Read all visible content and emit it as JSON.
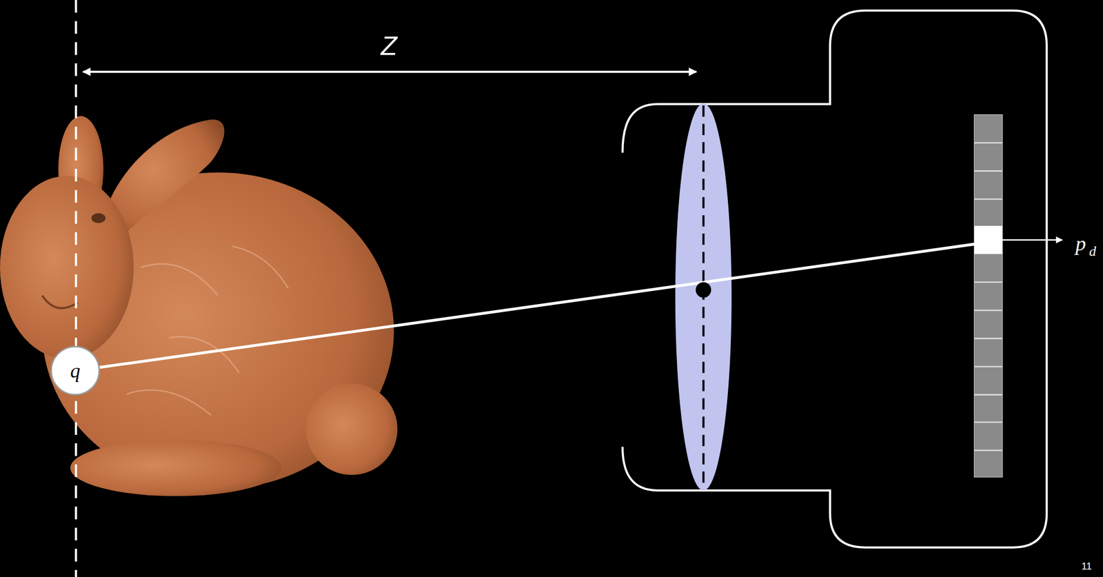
{
  "diagram": {
    "nodes": [
      {
        "text": [
          "q"
        ]
      }
    ],
    "labels": [
      "Z",
      "p",
      "d",
      "11"
    ]
  }
}
